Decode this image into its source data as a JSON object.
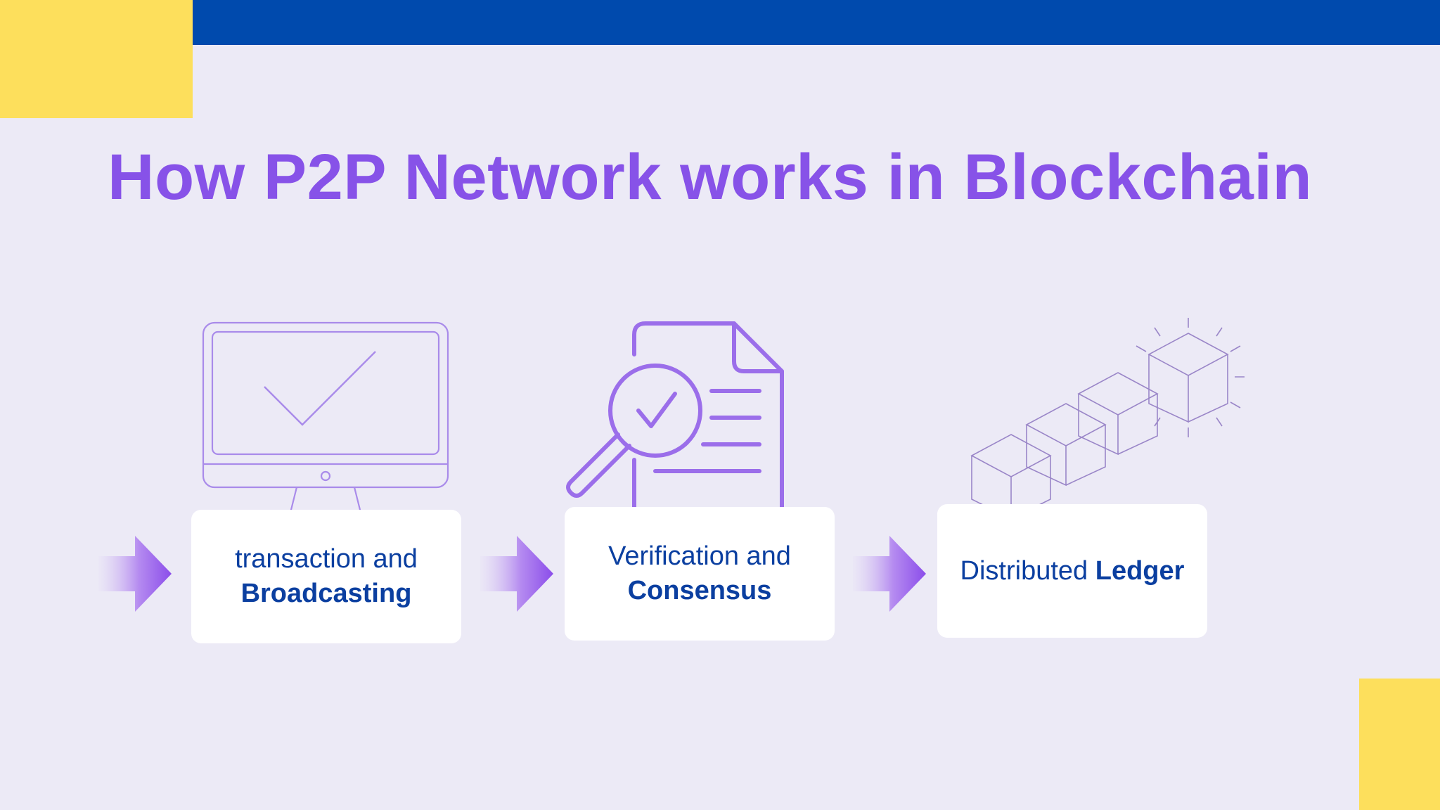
{
  "title": "How P2P Network works in Blockchain",
  "colors": {
    "title": "#8752E8",
    "accent_blue": "#004AAD",
    "accent_yellow": "#FDDF5C",
    "card_text": "#0B3FA0",
    "icon_stroke": "#A98BEA",
    "icon_stroke_strong": "#9B6EEA"
  },
  "steps": [
    {
      "line1": "transaction and",
      "line2": "Broadcasting",
      "icon": "monitor-check-icon"
    },
    {
      "line1": "Verification and",
      "line2": "Consensus",
      "icon": "document-magnifier-check-icon"
    },
    {
      "text_regular": "Distributed ",
      "text_bold": "Ledger",
      "icon": "block-chain-cubes-icon"
    }
  ]
}
